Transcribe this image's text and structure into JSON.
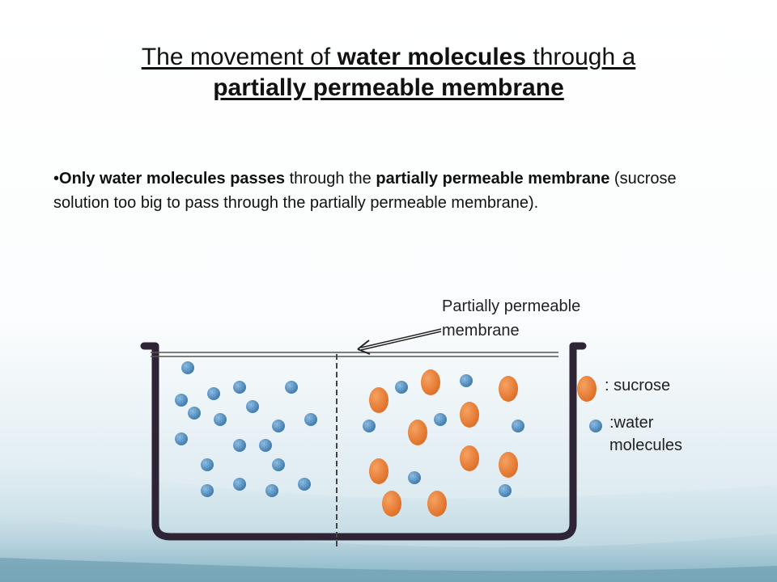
{
  "title": {
    "part1": "The movement of ",
    "bold1": "water molecules",
    "part2": " through a",
    "bold2": "partially permeable membrane"
  },
  "bullet": {
    "marker": "•",
    "bold1": "Only water molecules passes",
    "text1": " through the ",
    "bold2": "partially permeable membrane",
    "text2": " (sucrose solution too big to pass through the partially permeable membrane)."
  },
  "diagram": {
    "membrane_label": "Partially permeable membrane",
    "legend": {
      "sucrose_label": ": sucrose",
      "water_label": ":water molecules"
    }
  },
  "colors": {
    "water": "#4f8fc4",
    "sucrose": "#e87a30",
    "beaker": "#2e2436",
    "membrane": "#444444"
  }
}
